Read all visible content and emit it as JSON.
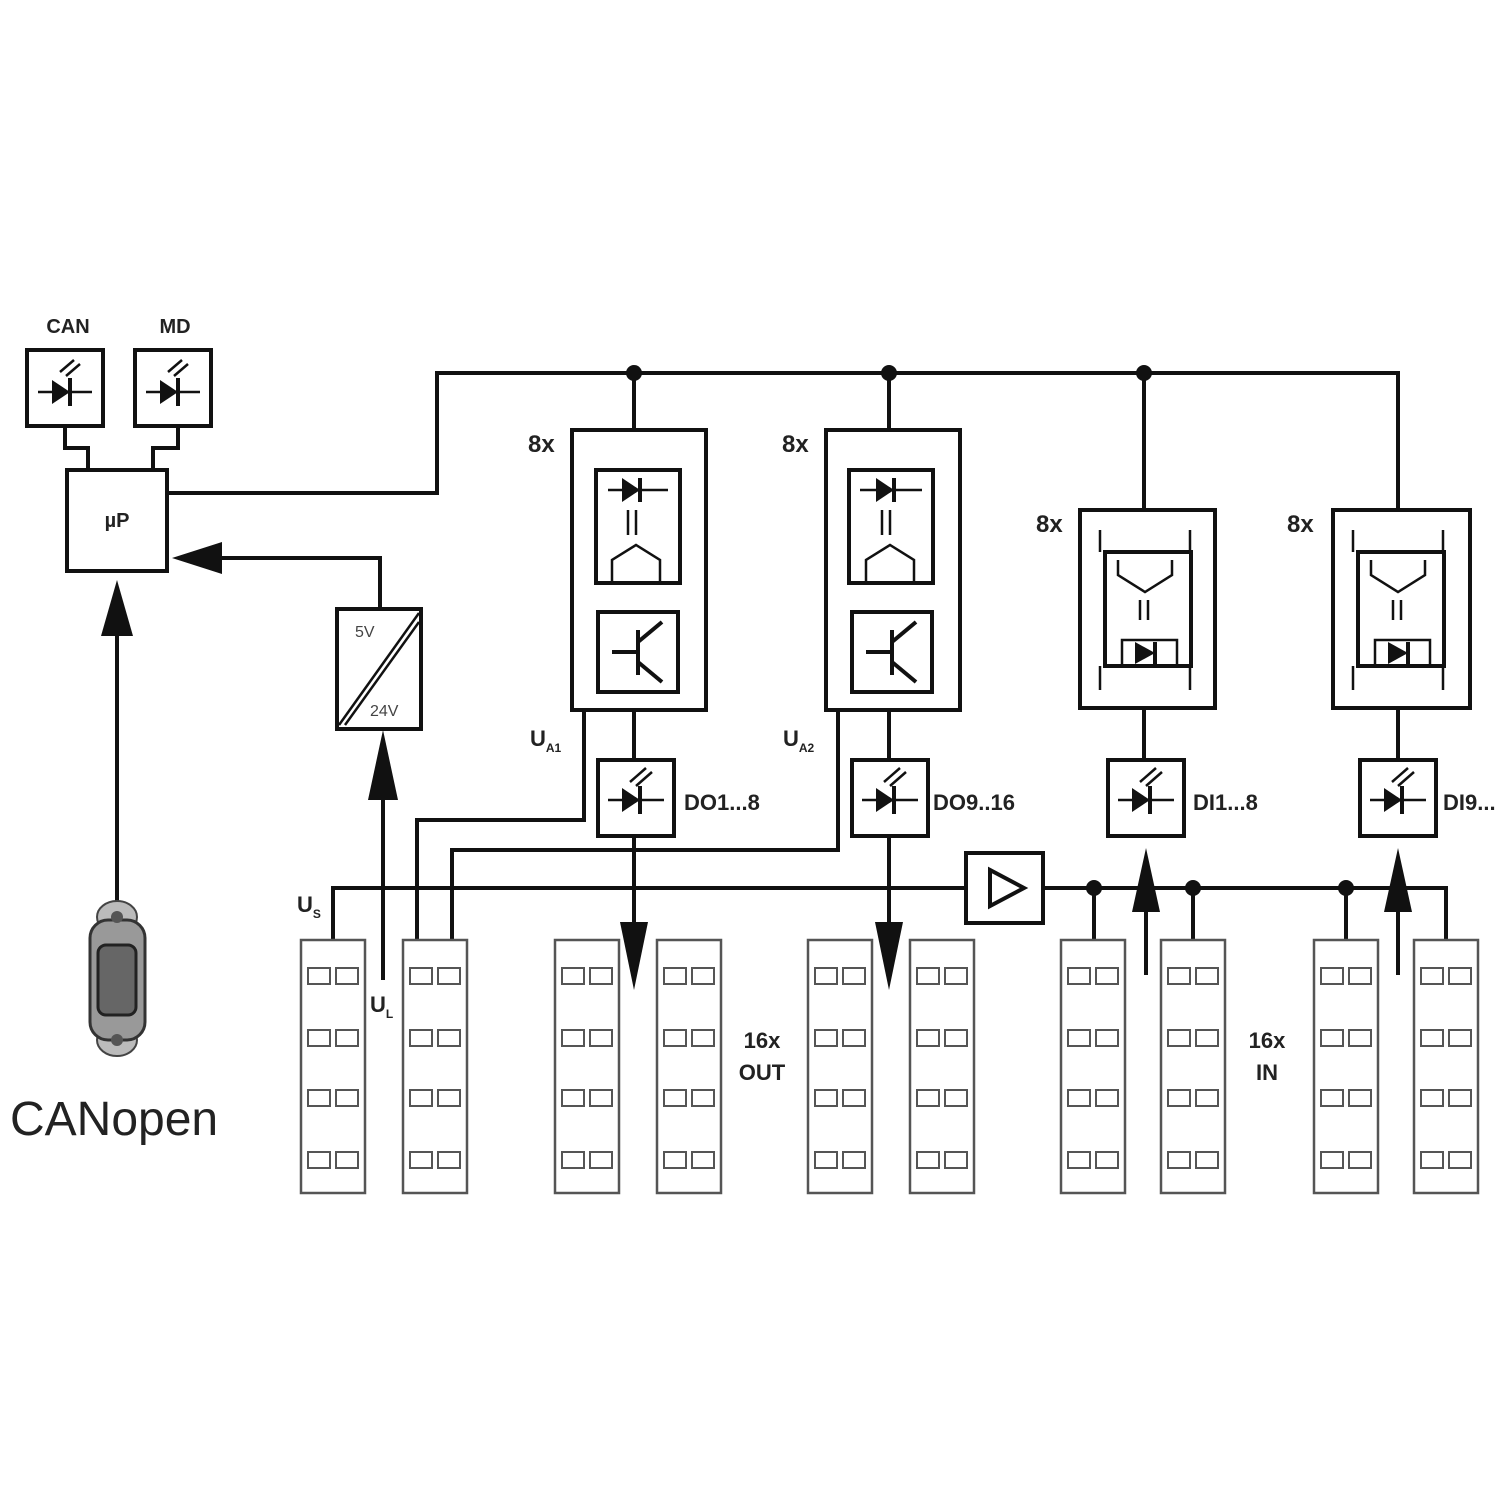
{
  "labels": {
    "can": "CAN",
    "md": "MD",
    "up": "µP",
    "pwr_in": "5V",
    "pwr_out": "24V",
    "canopen": "CANopen",
    "us": "U",
    "us_sub": "S",
    "ul": "U",
    "ul_sub": "L",
    "ua1": "U",
    "ua1_sub": "A1",
    "ua2": "U",
    "ua2_sub": "A2",
    "do1": "DO1...8",
    "do2": "DO9..16",
    "di1": "DI1...8",
    "di2": "DI9...",
    "mult1": "8x",
    "mult2": "8x",
    "mult3": "8x",
    "mult4": "8x",
    "out_count": "16x",
    "out_label": "OUT",
    "in_count": "16x",
    "in_label": "IN"
  },
  "colors": {
    "line": "#111111",
    "terminal": "#555555"
  }
}
